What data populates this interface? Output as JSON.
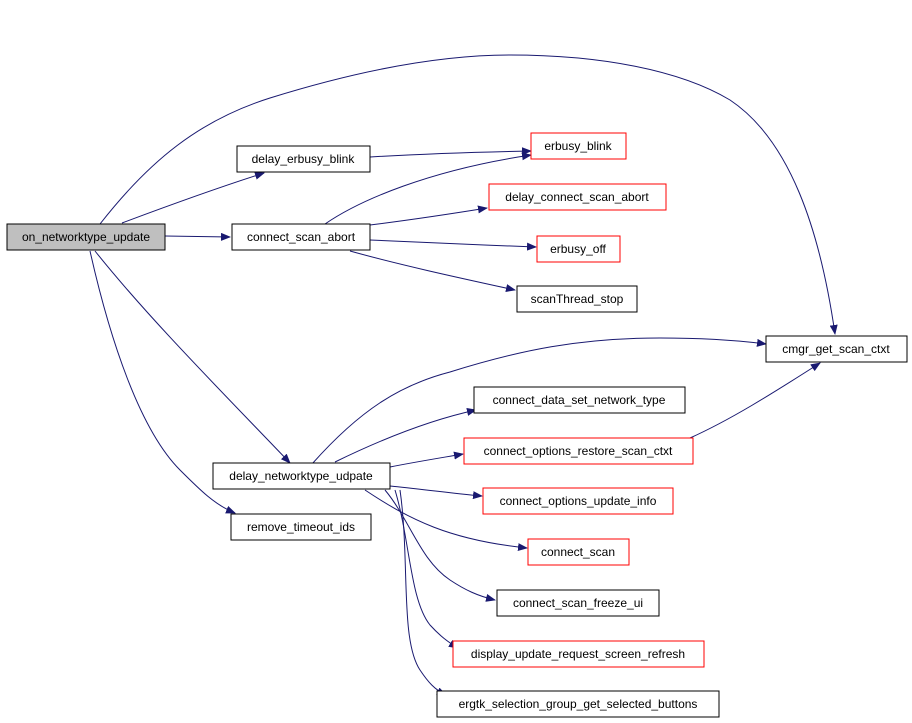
{
  "colors": {
    "root_fill": "#bfbfbf",
    "node_border_black": "#000000",
    "node_border_red": "#ff0000",
    "edge": "#191970"
  },
  "nodes": {
    "on_networktype_update": {
      "label": "on_networktype_update",
      "style": "root"
    },
    "delay_erbusy_blink": {
      "label": "delay_erbusy_blink",
      "style": "black"
    },
    "connect_scan_abort": {
      "label": "connect_scan_abort",
      "style": "black"
    },
    "erbusy_blink": {
      "label": "erbusy_blink",
      "style": "red"
    },
    "delay_connect_scan_abort": {
      "label": "delay_connect_scan_abort",
      "style": "red"
    },
    "erbusy_off": {
      "label": "erbusy_off",
      "style": "red"
    },
    "scanThread_stop": {
      "label": "scanThread_stop",
      "style": "black"
    },
    "cmgr_get_scan_ctxt": {
      "label": "cmgr_get_scan_ctxt",
      "style": "black"
    },
    "connect_data_set_network_type": {
      "label": "connect_data_set_network_type",
      "style": "black"
    },
    "connect_options_restore_scan_ctxt": {
      "label": "connect_options_restore_scan_ctxt",
      "style": "red"
    },
    "delay_networktype_udpate": {
      "label": "delay_networktype_udpate",
      "style": "black"
    },
    "connect_options_update_info": {
      "label": "connect_options_update_info",
      "style": "red"
    },
    "remove_timeout_ids": {
      "label": "remove_timeout_ids",
      "style": "black"
    },
    "connect_scan": {
      "label": "connect_scan",
      "style": "red"
    },
    "connect_scan_freeze_ui": {
      "label": "connect_scan_freeze_ui",
      "style": "black"
    },
    "display_update_request_screen_refresh": {
      "label": "display_update_request_screen_refresh",
      "style": "red"
    },
    "ergtk_selection_group_get_selected_buttons": {
      "label": "ergtk_selection_group_get_selected_buttons",
      "style": "black"
    }
  },
  "edges": [
    {
      "from": "on_networktype_update",
      "to": "delay_erbusy_blink"
    },
    {
      "from": "on_networktype_update",
      "to": "connect_scan_abort"
    },
    {
      "from": "on_networktype_update",
      "to": "cmgr_get_scan_ctxt"
    },
    {
      "from": "on_networktype_update",
      "to": "delay_networktype_udpate"
    },
    {
      "from": "on_networktype_update",
      "to": "remove_timeout_ids"
    },
    {
      "from": "delay_erbusy_blink",
      "to": "erbusy_blink"
    },
    {
      "from": "connect_scan_abort",
      "to": "erbusy_blink"
    },
    {
      "from": "connect_scan_abort",
      "to": "delay_connect_scan_abort"
    },
    {
      "from": "connect_scan_abort",
      "to": "erbusy_off"
    },
    {
      "from": "connect_scan_abort",
      "to": "scanThread_stop"
    },
    {
      "from": "delay_networktype_udpate",
      "to": "cmgr_get_scan_ctxt"
    },
    {
      "from": "delay_networktype_udpate",
      "to": "connect_data_set_network_type"
    },
    {
      "from": "delay_networktype_udpate",
      "to": "connect_options_restore_scan_ctxt"
    },
    {
      "from": "delay_networktype_udpate",
      "to": "connect_options_update_info"
    },
    {
      "from": "delay_networktype_udpate",
      "to": "connect_scan"
    },
    {
      "from": "delay_networktype_udpate",
      "to": "connect_scan_freeze_ui"
    },
    {
      "from": "delay_networktype_udpate",
      "to": "display_update_request_screen_refresh"
    },
    {
      "from": "delay_networktype_udpate",
      "to": "ergtk_selection_group_get_selected_buttons"
    },
    {
      "from": "connect_options_restore_scan_ctxt",
      "to": "cmgr_get_scan_ctxt"
    }
  ]
}
